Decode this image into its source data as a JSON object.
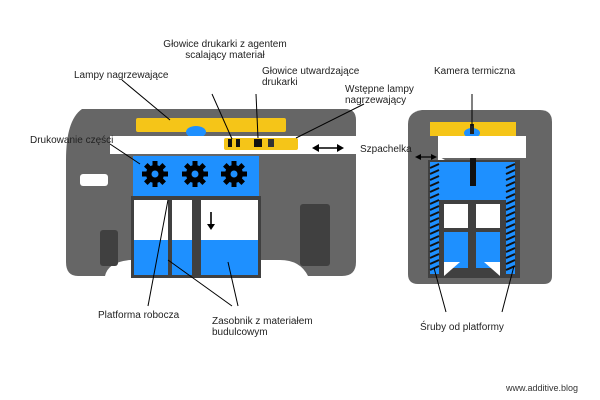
{
  "labels": {
    "printer_heads": "Głowice drukarki z agentem\nscalający materiał",
    "heating_lamps": "Lampy nagrzewające",
    "curing_heads": "Głowice utwardzające\ndrukarki",
    "preheat_lamps": "Wstępne lampy\nnagrzewający",
    "part_printing": "Drukowanie części",
    "spatula": "Szpachelka",
    "thermal_camera": "Kamera termiczna",
    "work_platform": "Platforma robocza",
    "material_tank": "Zasobnik z materiałem\nbudulcowym",
    "platform_screws": "Śruby od platformy",
    "website": "www.additive.blog"
  },
  "colors": {
    "body": "#666666",
    "dark": "#404040",
    "blue": "#1e90ff",
    "yellow": "#f5c518",
    "white": "#ffffff",
    "black": "#000000"
  },
  "icons": [
    "gear-icon",
    "arrow-down-icon",
    "double-arrow-icon"
  ]
}
